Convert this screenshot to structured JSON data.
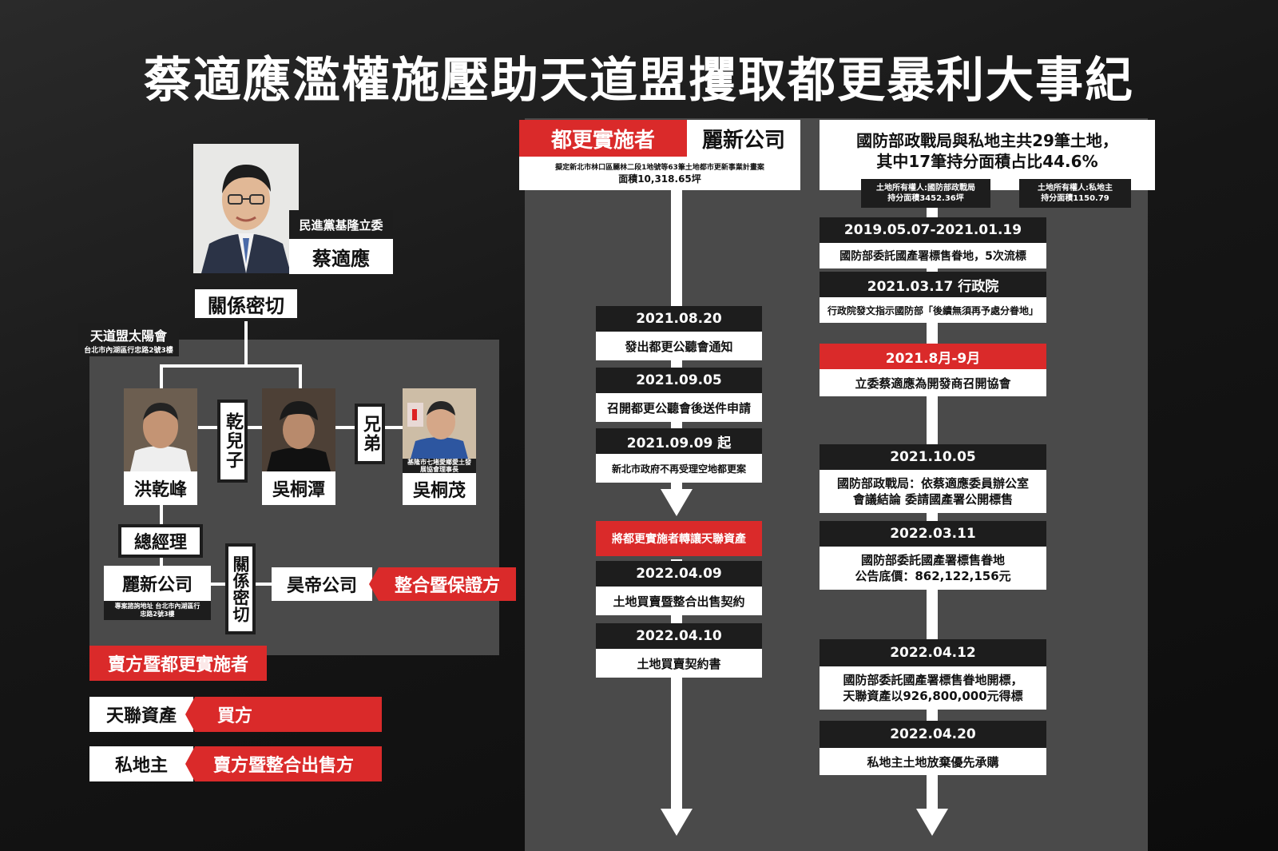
{
  "title": "蔡適應濫權施壓助天道盟攫取都更暴利大事紀",
  "left": {
    "legislator": {
      "caption": "民進黨基隆立委",
      "name": "蔡適應"
    },
    "relation_close": "關係密切",
    "gang": {
      "name": "天道盟太陽會",
      "address": "台北市內湖區行忠路2號3樓"
    },
    "person1": "洪乾峰",
    "rel_godson": "乾兒子",
    "person2": "吳桐潭",
    "rel_brother": "兄弟",
    "person3": "吳桐茂",
    "person3_caption": "基隆市七堵愛鄉愛土發展協會理事長",
    "gm": "總經理",
    "company": "麗新公司",
    "company_note": "專案諮詢地址 台北市內湖區行忠路2號3樓",
    "rel_close2": "關係密切",
    "wudi": "昊帝公司",
    "wudi_role": "整合暨保證方",
    "seller_role": "賣方暨都更實施者",
    "buyer_name": "天聯資產",
    "buyer_role": "買方",
    "owner_name": "私地主",
    "owner_role": "賣方暨整合出售方"
  },
  "middle": {
    "header_red": "都更實施者",
    "header_white": "麗新公司",
    "header_note1": "擬定新北市林口區麗林二段1地號等63筆土地都市更新事業計畫案",
    "header_note2": "面積10,318.65坪",
    "events": [
      {
        "date": "2021.08.20",
        "text": "發出都更公聽會通知"
      },
      {
        "date": "2021.09.05",
        "text": "召開都更公聽會後送件申請"
      },
      {
        "date": "2021.09.09 起",
        "text": "新北市政府不再受理空地都更案"
      }
    ],
    "transfer": "將都更實施者轉讓天聯資產",
    "events2": [
      {
        "date": "2022.04.09",
        "text": "土地買賣暨整合出售契約"
      },
      {
        "date": "2022.04.10",
        "text": "土地買賣契約書"
      }
    ]
  },
  "right": {
    "header_line1": "國防部政戰局與私地主共29筆土地，",
    "header_line2": "其中17筆持分面積占比44.6%",
    "owner_a_1": "土地所有權人:國防部政戰局",
    "owner_a_2": "持分面積3452.36坪",
    "owner_b_1": "土地所有權人:私地主",
    "owner_b_2": "持分面積1150.79",
    "events": [
      {
        "date": "2019.05.07-2021.01.19",
        "text": "國防部委託國產署標售眷地，5次流標"
      },
      {
        "date": "2021.03.17 行政院",
        "text": "行政院發文指示國防部「後續無須再予處分眷地」"
      }
    ],
    "red_date": "2021.8月-9月",
    "red_text": "立委蔡適應為開發商召開協會",
    "events2": [
      {
        "date": "2021.10.05",
        "text1": "國防部政戰局：依蔡適應委員辦公室",
        "text2": "會議結論 委請國產署公開標售"
      },
      {
        "date": "2022.03.11",
        "text1": "國防部委託國產署標售眷地",
        "text2": "公告底價：862,122,156元"
      },
      {
        "date": "2022.04.12",
        "text1": "國防部委託國產署標售眷地開標，",
        "text2": "天聯資產以926,800,000元得標"
      },
      {
        "date": "2022.04.20",
        "text1": "私地主土地放棄優先承購",
        "text2": ""
      }
    ]
  }
}
